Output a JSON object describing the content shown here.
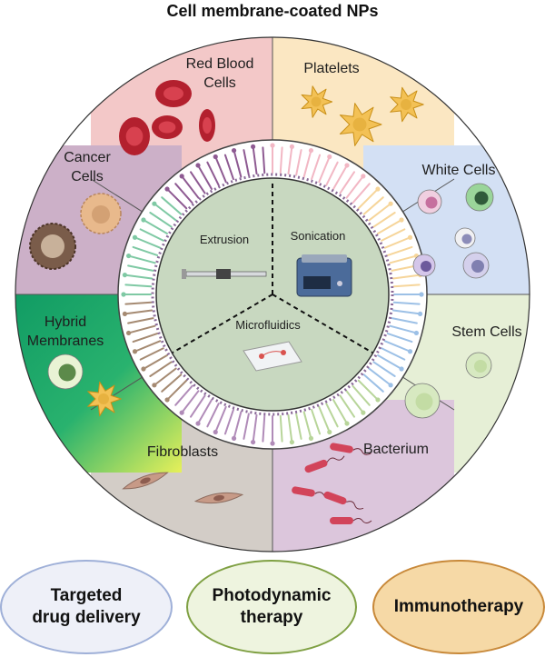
{
  "title": "Cell membrane-coated NPs",
  "segments": [
    {
      "id": "red-blood-cells",
      "lines": [
        "Red Blood",
        "Cells"
      ],
      "color": "#f3c8c8"
    },
    {
      "id": "platelets",
      "lines": [
        "Platelets"
      ],
      "color": "#fbe7c2"
    },
    {
      "id": "white-cells",
      "lines": [
        "White Cells"
      ],
      "color": "#d3e0f4"
    },
    {
      "id": "stem-cells",
      "lines": [
        "Stem Cells"
      ],
      "color": "#e6efd6"
    },
    {
      "id": "bacterium",
      "lines": [
        "Bacterium"
      ],
      "color": "#dcc6dc"
    },
    {
      "id": "fibroblasts",
      "lines": [
        "Fibroblasts"
      ],
      "color": "#d3cdc7"
    },
    {
      "id": "hybrid-membranes",
      "lines": [
        "Hybrid",
        "Membranes"
      ],
      "color": "#1ca56a"
    },
    {
      "id": "cancer-cells",
      "lines": [
        "Cancer",
        "Cells"
      ],
      "color": "#ccb0c8"
    }
  ],
  "methods": {
    "extrusion": "Extrusion",
    "sonication": "Sonication",
    "microfluidics": "Microfluidics"
  },
  "applications": [
    {
      "id": "targeted-drug-delivery",
      "lines": [
        "Targeted",
        "drug delivery"
      ]
    },
    {
      "id": "photodynamic-therapy",
      "lines": [
        "Photodynamic",
        "therapy"
      ]
    },
    {
      "id": "immunotherapy",
      "lines": [
        "Immunotherapy"
      ]
    }
  ],
  "colors": {
    "core": "#c8d8c0",
    "ring_bg": "#ffffff",
    "divider": "#222222",
    "oval_blue_fill": "#eef0f8",
    "oval_blue_border": "#9fb0d8",
    "oval_green_fill": "#eef4df",
    "oval_green_border": "#7fa043",
    "oval_orange_fill": "#f6d9a6",
    "oval_orange_border": "#c8893a"
  }
}
